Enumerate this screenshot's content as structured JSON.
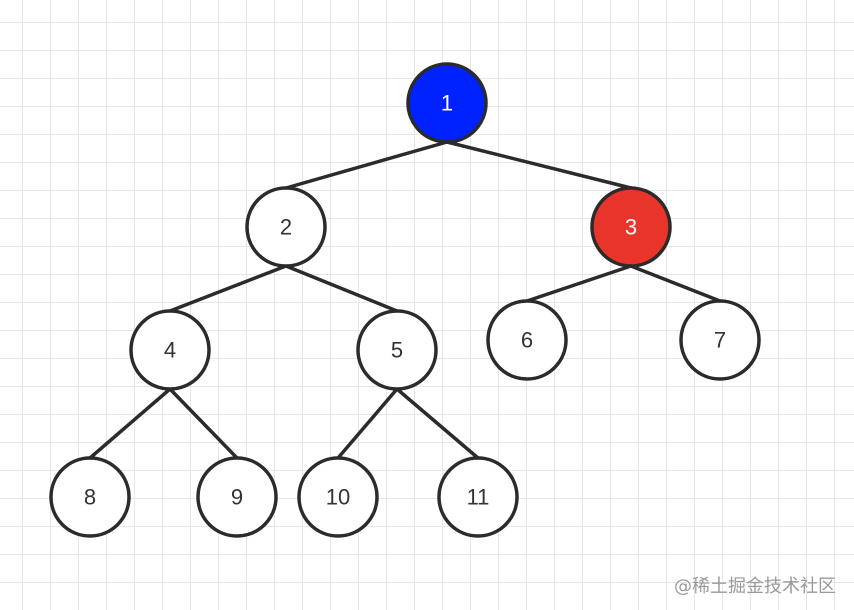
{
  "tree": {
    "nodes": [
      {
        "id": "1",
        "label": "1",
        "fill": "#0022ff",
        "text_color": "#ffffff"
      },
      {
        "id": "2",
        "label": "2",
        "fill": "#ffffff",
        "text_color": "#333333"
      },
      {
        "id": "3",
        "label": "3",
        "fill": "#e8342a",
        "text_color": "#ffffff"
      },
      {
        "id": "4",
        "label": "4",
        "fill": "#ffffff",
        "text_color": "#333333"
      },
      {
        "id": "5",
        "label": "5",
        "fill": "#ffffff",
        "text_color": "#333333"
      },
      {
        "id": "6",
        "label": "6",
        "fill": "#ffffff",
        "text_color": "#333333"
      },
      {
        "id": "7",
        "label": "7",
        "fill": "#ffffff",
        "text_color": "#333333"
      },
      {
        "id": "8",
        "label": "8",
        "fill": "#ffffff",
        "text_color": "#333333"
      },
      {
        "id": "9",
        "label": "9",
        "fill": "#ffffff",
        "text_color": "#333333"
      },
      {
        "id": "10",
        "label": "10",
        "fill": "#ffffff",
        "text_color": "#333333"
      },
      {
        "id": "11",
        "label": "11",
        "fill": "#ffffff",
        "text_color": "#333333"
      }
    ],
    "edges": [
      {
        "from": "1",
        "to": "2"
      },
      {
        "from": "1",
        "to": "3"
      },
      {
        "from": "2",
        "to": "4"
      },
      {
        "from": "2",
        "to": "5"
      },
      {
        "from": "3",
        "to": "6"
      },
      {
        "from": "3",
        "to": "7"
      },
      {
        "from": "4",
        "to": "8"
      },
      {
        "from": "4",
        "to": "9"
      },
      {
        "from": "5",
        "to": "10"
      },
      {
        "from": "5",
        "to": "11"
      }
    ],
    "stroke_color": "#2b2b2b"
  },
  "watermark": "@稀土掘金技术社区"
}
